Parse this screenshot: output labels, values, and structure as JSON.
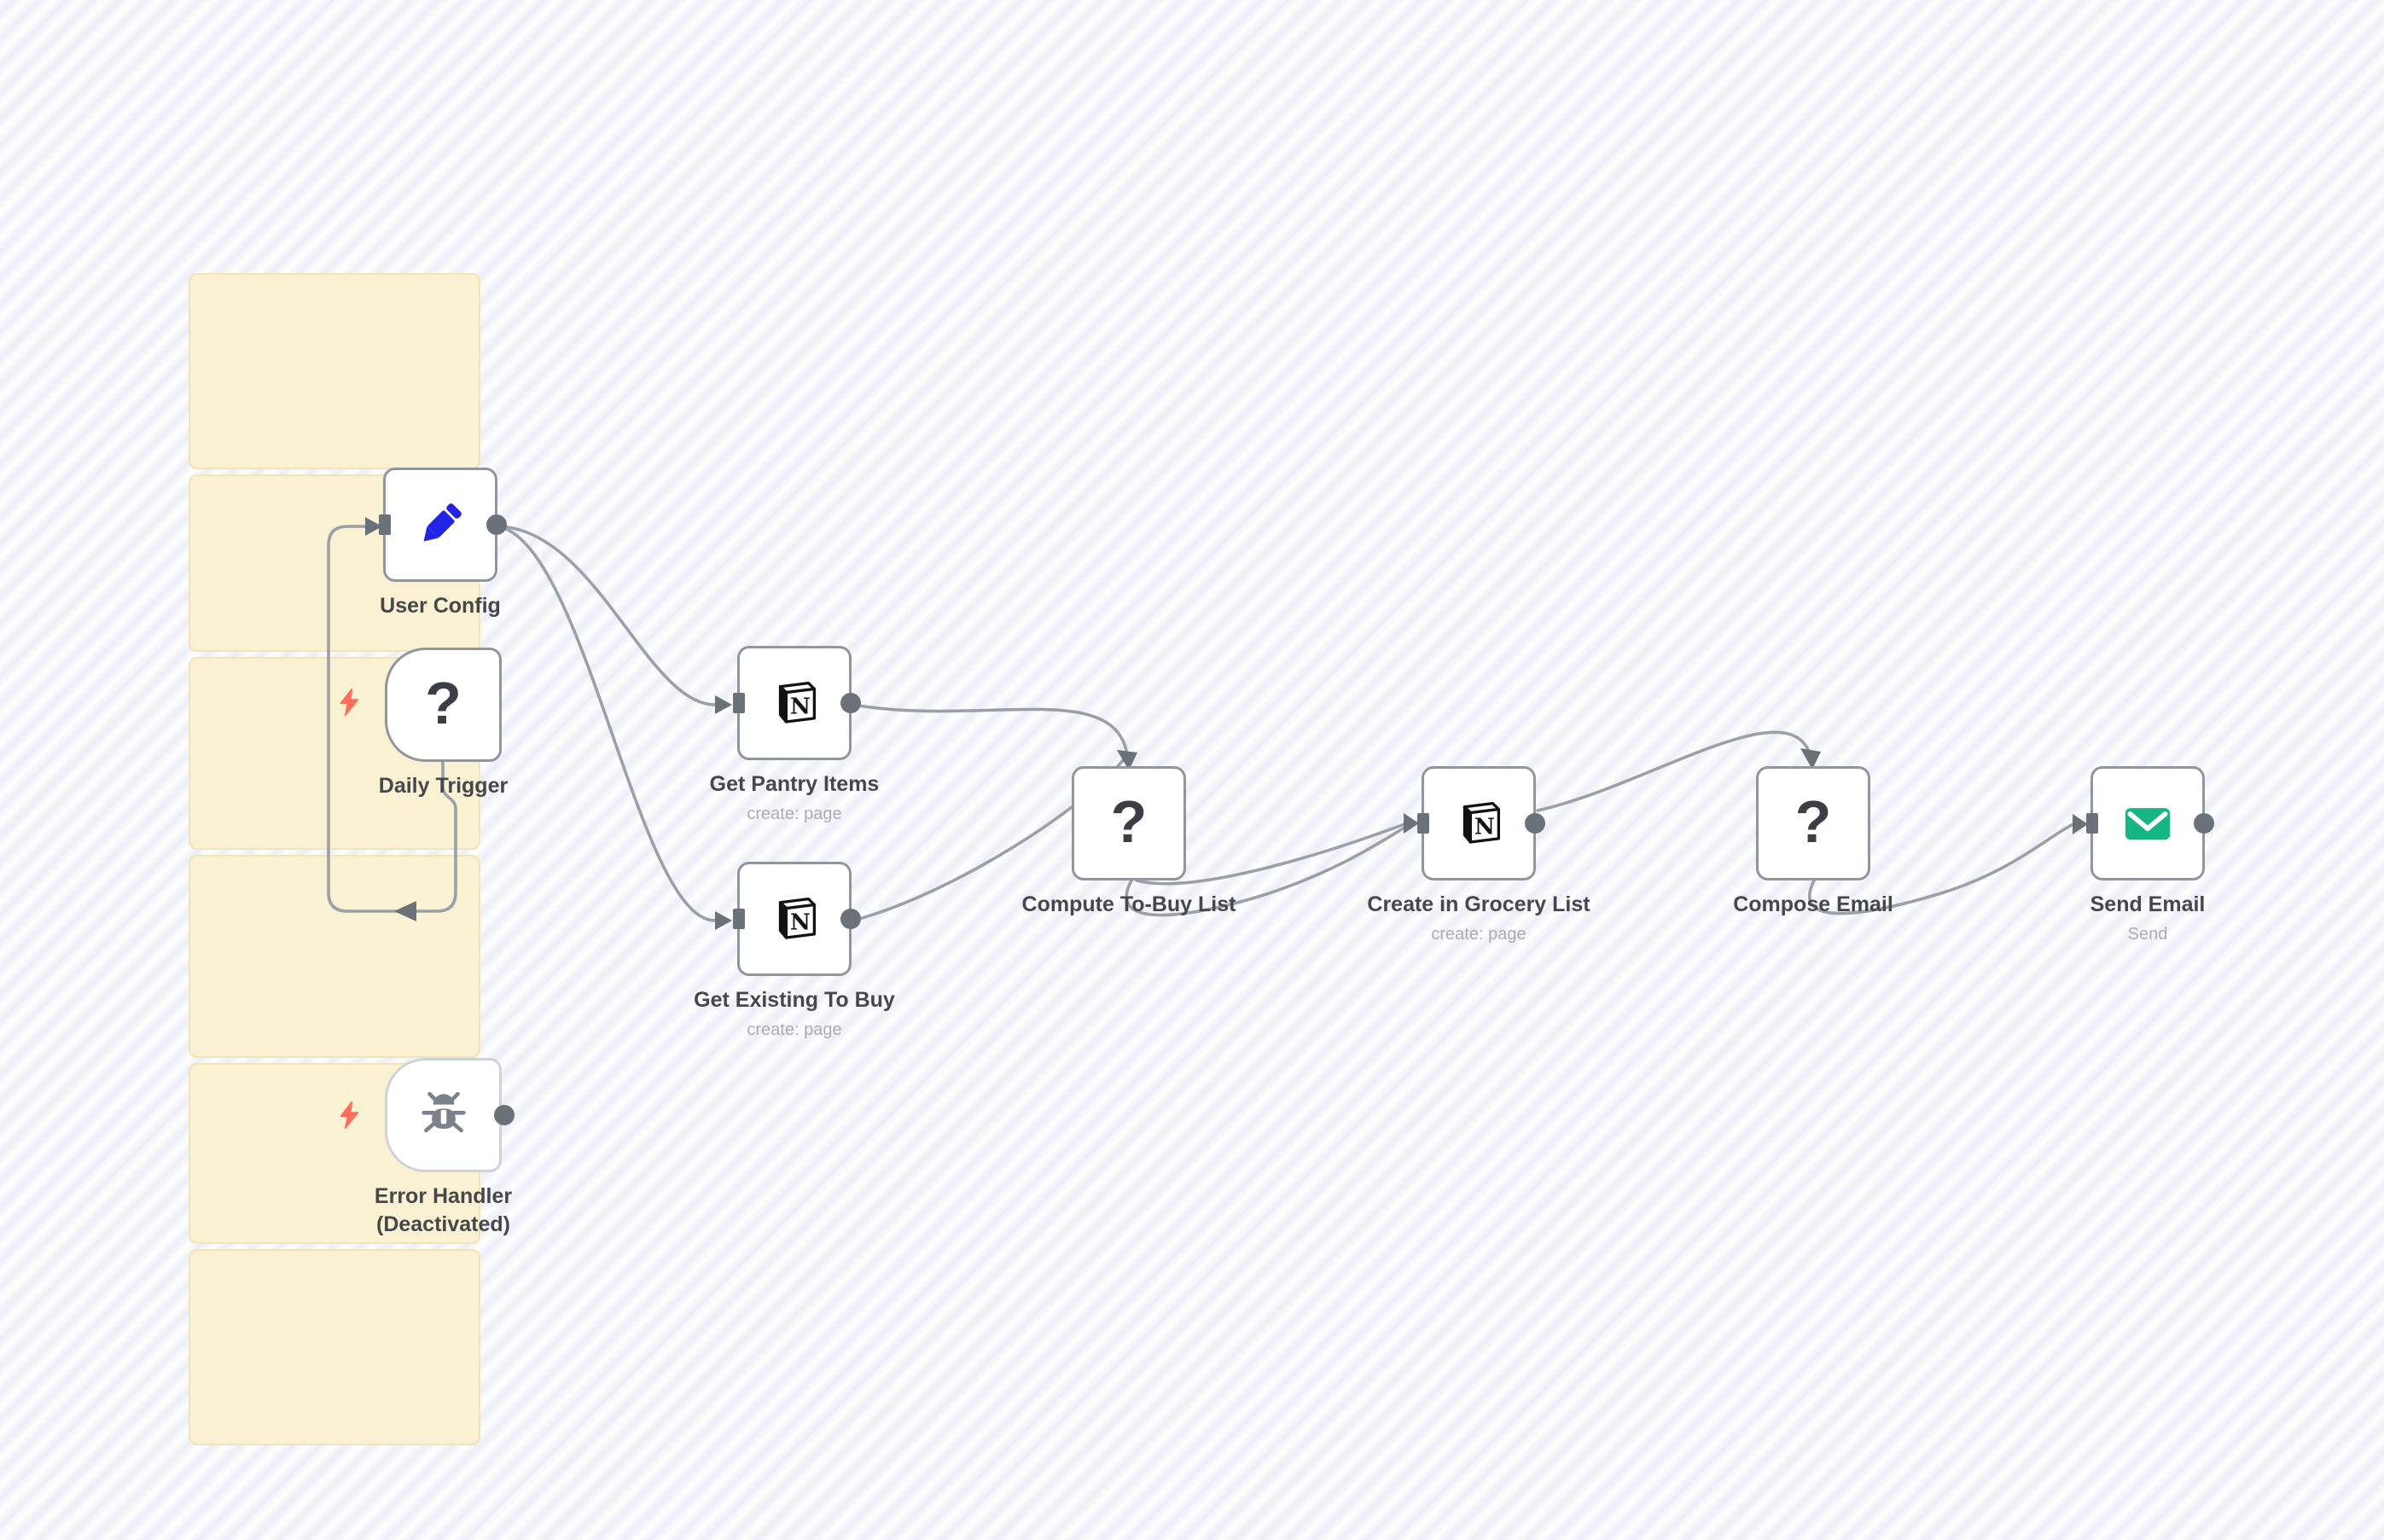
{
  "workflow": {
    "nodes": [
      {
        "name": "User Config",
        "icon": "pencil-icon",
        "type": "action"
      },
      {
        "name": "Daily Trigger",
        "icon": "question-mark-icon",
        "type": "trigger"
      },
      {
        "name": "Get Pantry Items",
        "subtitle": "create: page",
        "icon": "notion-icon",
        "type": "action"
      },
      {
        "name": "Get Existing To Buy",
        "subtitle": "create: page",
        "icon": "notion-icon",
        "type": "action"
      },
      {
        "name": "Compute To-Buy List",
        "icon": "question-mark-icon",
        "type": "action"
      },
      {
        "name": "Create in Grocery List",
        "subtitle": "create: page",
        "icon": "notion-icon",
        "type": "action"
      },
      {
        "name": "Compose Email",
        "icon": "question-mark-icon",
        "type": "action"
      },
      {
        "name": "Send Email",
        "subtitle": "Send",
        "icon": "envelope-icon",
        "type": "action"
      },
      {
        "name": "Error Handler",
        "name_line2": "(Deactivated)",
        "icon": "bug-icon",
        "type": "trigger",
        "disabled": true
      }
    ],
    "connections": [
      {
        "from": "Daily Trigger",
        "to": "User Config"
      },
      {
        "from": "User Config",
        "to": "Get Pantry Items"
      },
      {
        "from": "User Config",
        "to": "Get Existing To Buy"
      },
      {
        "from": "Get Pantry Items",
        "to": "Compute To-Buy List"
      },
      {
        "from": "Get Existing To Buy",
        "to": "Compute To-Buy List"
      },
      {
        "from": "Compute To-Buy List",
        "to": "Create in Grocery List",
        "lines": 2
      },
      {
        "from": "Create in Grocery List",
        "to": "Compose Email"
      },
      {
        "from": "Compose Email",
        "to": "Send Email"
      }
    ],
    "sticky_notes": {
      "count": 6,
      "color": "#faf0d2"
    }
  },
  "glyphs": {
    "question_mark": "?"
  },
  "colors": {
    "canvas_stripe": "#eceef7",
    "node_border": "#8f969e",
    "node_border_disabled": "#ced3d9",
    "connection": "#9aa0a7",
    "endpoint": "#6b7178",
    "label": "#44484d",
    "sublabel": "#a8adb4",
    "pencil_blue": "#2323e8",
    "envelope_green": "#16b584",
    "bug_gray": "#7b828a",
    "bolt_coral": "#ff6d5b",
    "sticky_fill": "#faf0d2",
    "sticky_border": "#f3e3b6"
  }
}
